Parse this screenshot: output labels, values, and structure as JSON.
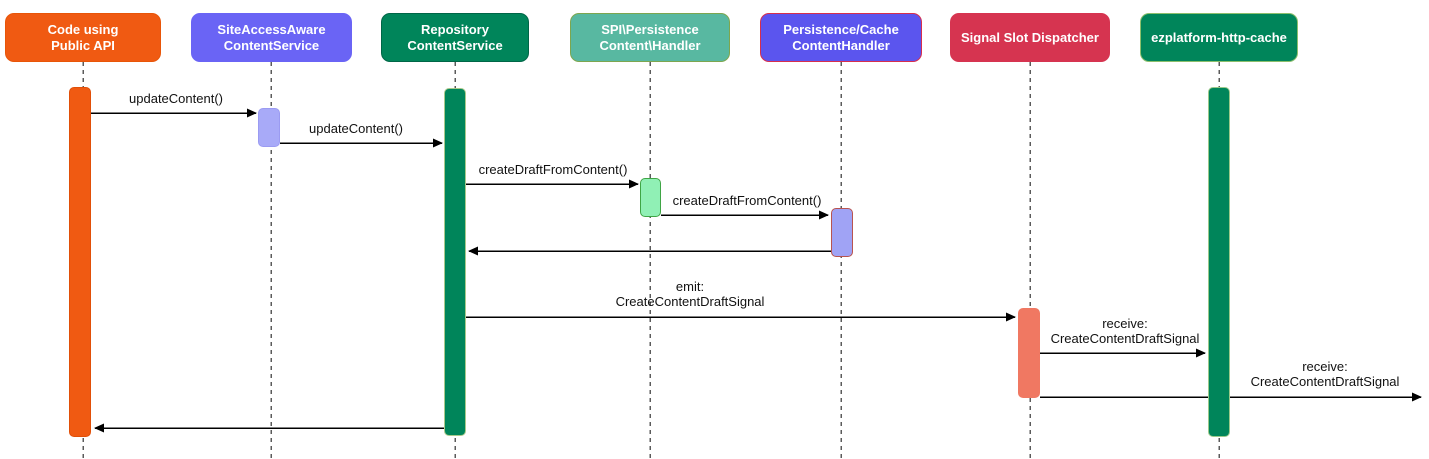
{
  "diagram": {
    "type": "uml-sequence-diagram",
    "background": "#FFFFFF",
    "participants": [
      {
        "label": "Code using\nPublic API",
        "fill": "#F05A12",
        "border": "#E85508",
        "text_color": "#FFFFFF"
      },
      {
        "label": "SiteAccessAware\nContentService",
        "fill": "#6A64F5",
        "border": "#6A64F5",
        "text_color": "#FFFFFF"
      },
      {
        "label": "Repository\nContentService",
        "fill": "#00855A",
        "border": "#006647",
        "text_color": "#FFFFFF"
      },
      {
        "label": "SPI\\Persistence\nContent\\Handler",
        "fill": "#58B8A1",
        "border": "#7DA64F",
        "text_color": "#FFFFFF"
      },
      {
        "label": "Persistence/Cache\nContentHandler",
        "fill": "#5B55EE",
        "border": "#D62E4E",
        "text_color": "#FFFFFF"
      },
      {
        "label": "Signal Slot Dispatcher",
        "fill": "#D63450",
        "border": "#D63450",
        "text_color": "#FFFFFF"
      },
      {
        "label": "ezplatform-http-cache",
        "fill": "#00855A",
        "border": "#8CBF6C",
        "text_color": "#FFFFFF"
      }
    ],
    "activations": [
      {
        "participant": "Code using Public API",
        "fill": "#F05A12",
        "border": "#E14F08"
      },
      {
        "participant": "SiteAccessAware ContentService",
        "fill": "#A8AAF8",
        "border": "#9B9BF2"
      },
      {
        "participant": "Repository ContentService",
        "fill": "#00855A",
        "border": "#A9C98A"
      },
      {
        "participant": "SPI\\Persistence Content\\Handler",
        "fill": "#90F0B5",
        "border": "#3FA545"
      },
      {
        "participant": "Persistence/Cache ContentHandler",
        "fill": "#A0A3F5",
        "border": "#B85450"
      },
      {
        "participant": "Signal Slot Dispatcher",
        "fill": "#F07862",
        "border": "#F07862"
      },
      {
        "participant": "ezplatform-http-cache",
        "fill": "#00855A",
        "border": "#9BC98A"
      }
    ],
    "messages": [
      {
        "label": "updateContent()",
        "from": "Code using Public API",
        "to": "SiteAccessAware ContentService",
        "kind": "call"
      },
      {
        "label": "updateContent()",
        "from": "SiteAccessAware ContentService",
        "to": "Repository ContentService",
        "kind": "call"
      },
      {
        "label": "createDraftFromContent()",
        "from": "Repository ContentService",
        "to": "SPI\\Persistence Content\\Handler",
        "kind": "call"
      },
      {
        "label": "createDraftFromContent()",
        "from": "SPI\\Persistence Content\\Handler",
        "to": "Persistence/Cache ContentHandler",
        "kind": "call"
      },
      {
        "label": "",
        "from": "Persistence/Cache ContentHandler",
        "to": "Repository ContentService",
        "kind": "return"
      },
      {
        "label": "emit:\nCreateContentDraftSignal",
        "from": "Repository ContentService",
        "to": "Signal Slot Dispatcher",
        "kind": "call"
      },
      {
        "label": "receive:\nCreateContentDraftSignal",
        "from": "Signal Slot Dispatcher",
        "to": "ezplatform-http-cache",
        "kind": "call"
      },
      {
        "label": "receive:\nCreateContentDraftSignal",
        "from": "Signal Slot Dispatcher",
        "to": "",
        "kind": "call"
      },
      {
        "label": "",
        "from": "Repository ContentService",
        "to": "Code using Public API",
        "kind": "return"
      }
    ],
    "line_color": "#000000",
    "lifeline_color": "#5B5B5B"
  }
}
